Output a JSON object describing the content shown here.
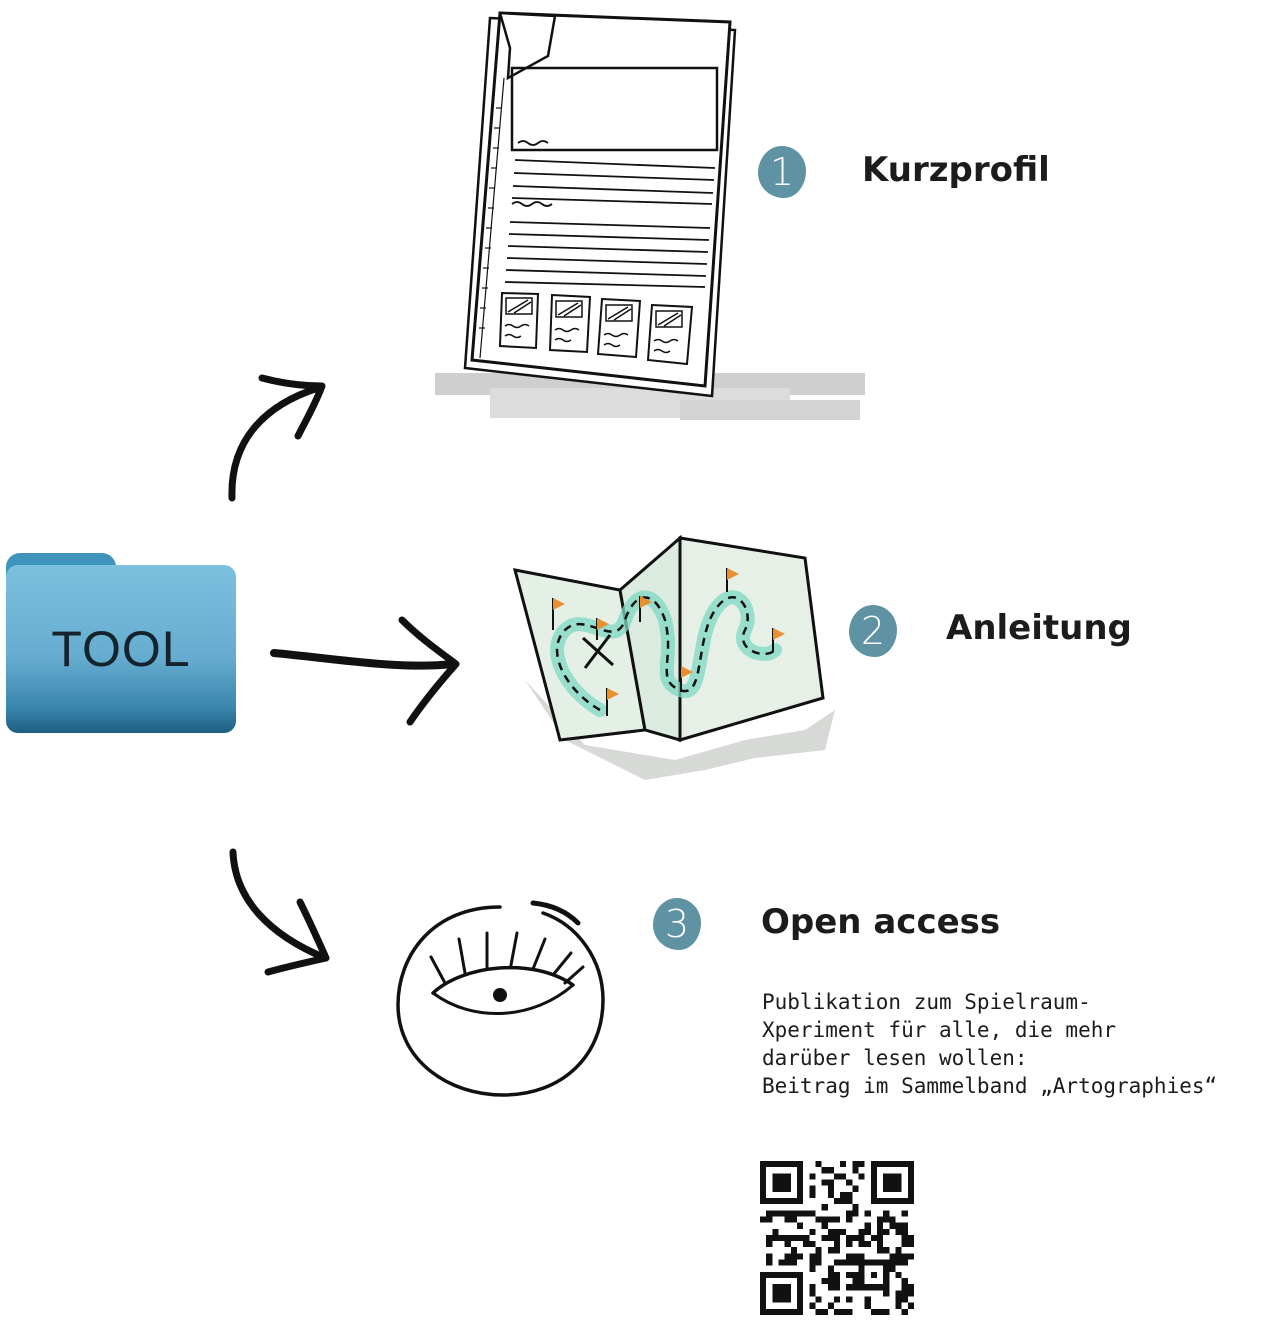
{
  "folder": {
    "label": "TOOL",
    "color_light": "#7cc1df",
    "color_dark": "#1d5f82"
  },
  "steps": [
    {
      "number": "1",
      "title": "Kurzprofil",
      "illustration": "document-icon"
    },
    {
      "number": "2",
      "title": "Anleitung",
      "illustration": "treasure-map-icon"
    },
    {
      "number": "3",
      "title": "Open access",
      "illustration": "eye-icon"
    }
  ],
  "open_access": {
    "lines": [
      "Publikation zum Spielraum-",
      "Xperiment für alle, die mehr",
      "darüber lesen wollen:",
      "Beitrag im Sammelband „Artographies“"
    ],
    "qr_code": "qr-code-icon"
  },
  "colors": {
    "badge": "#5f92a2",
    "map_path": "#7ed8c4",
    "flag": "#e8902f"
  }
}
